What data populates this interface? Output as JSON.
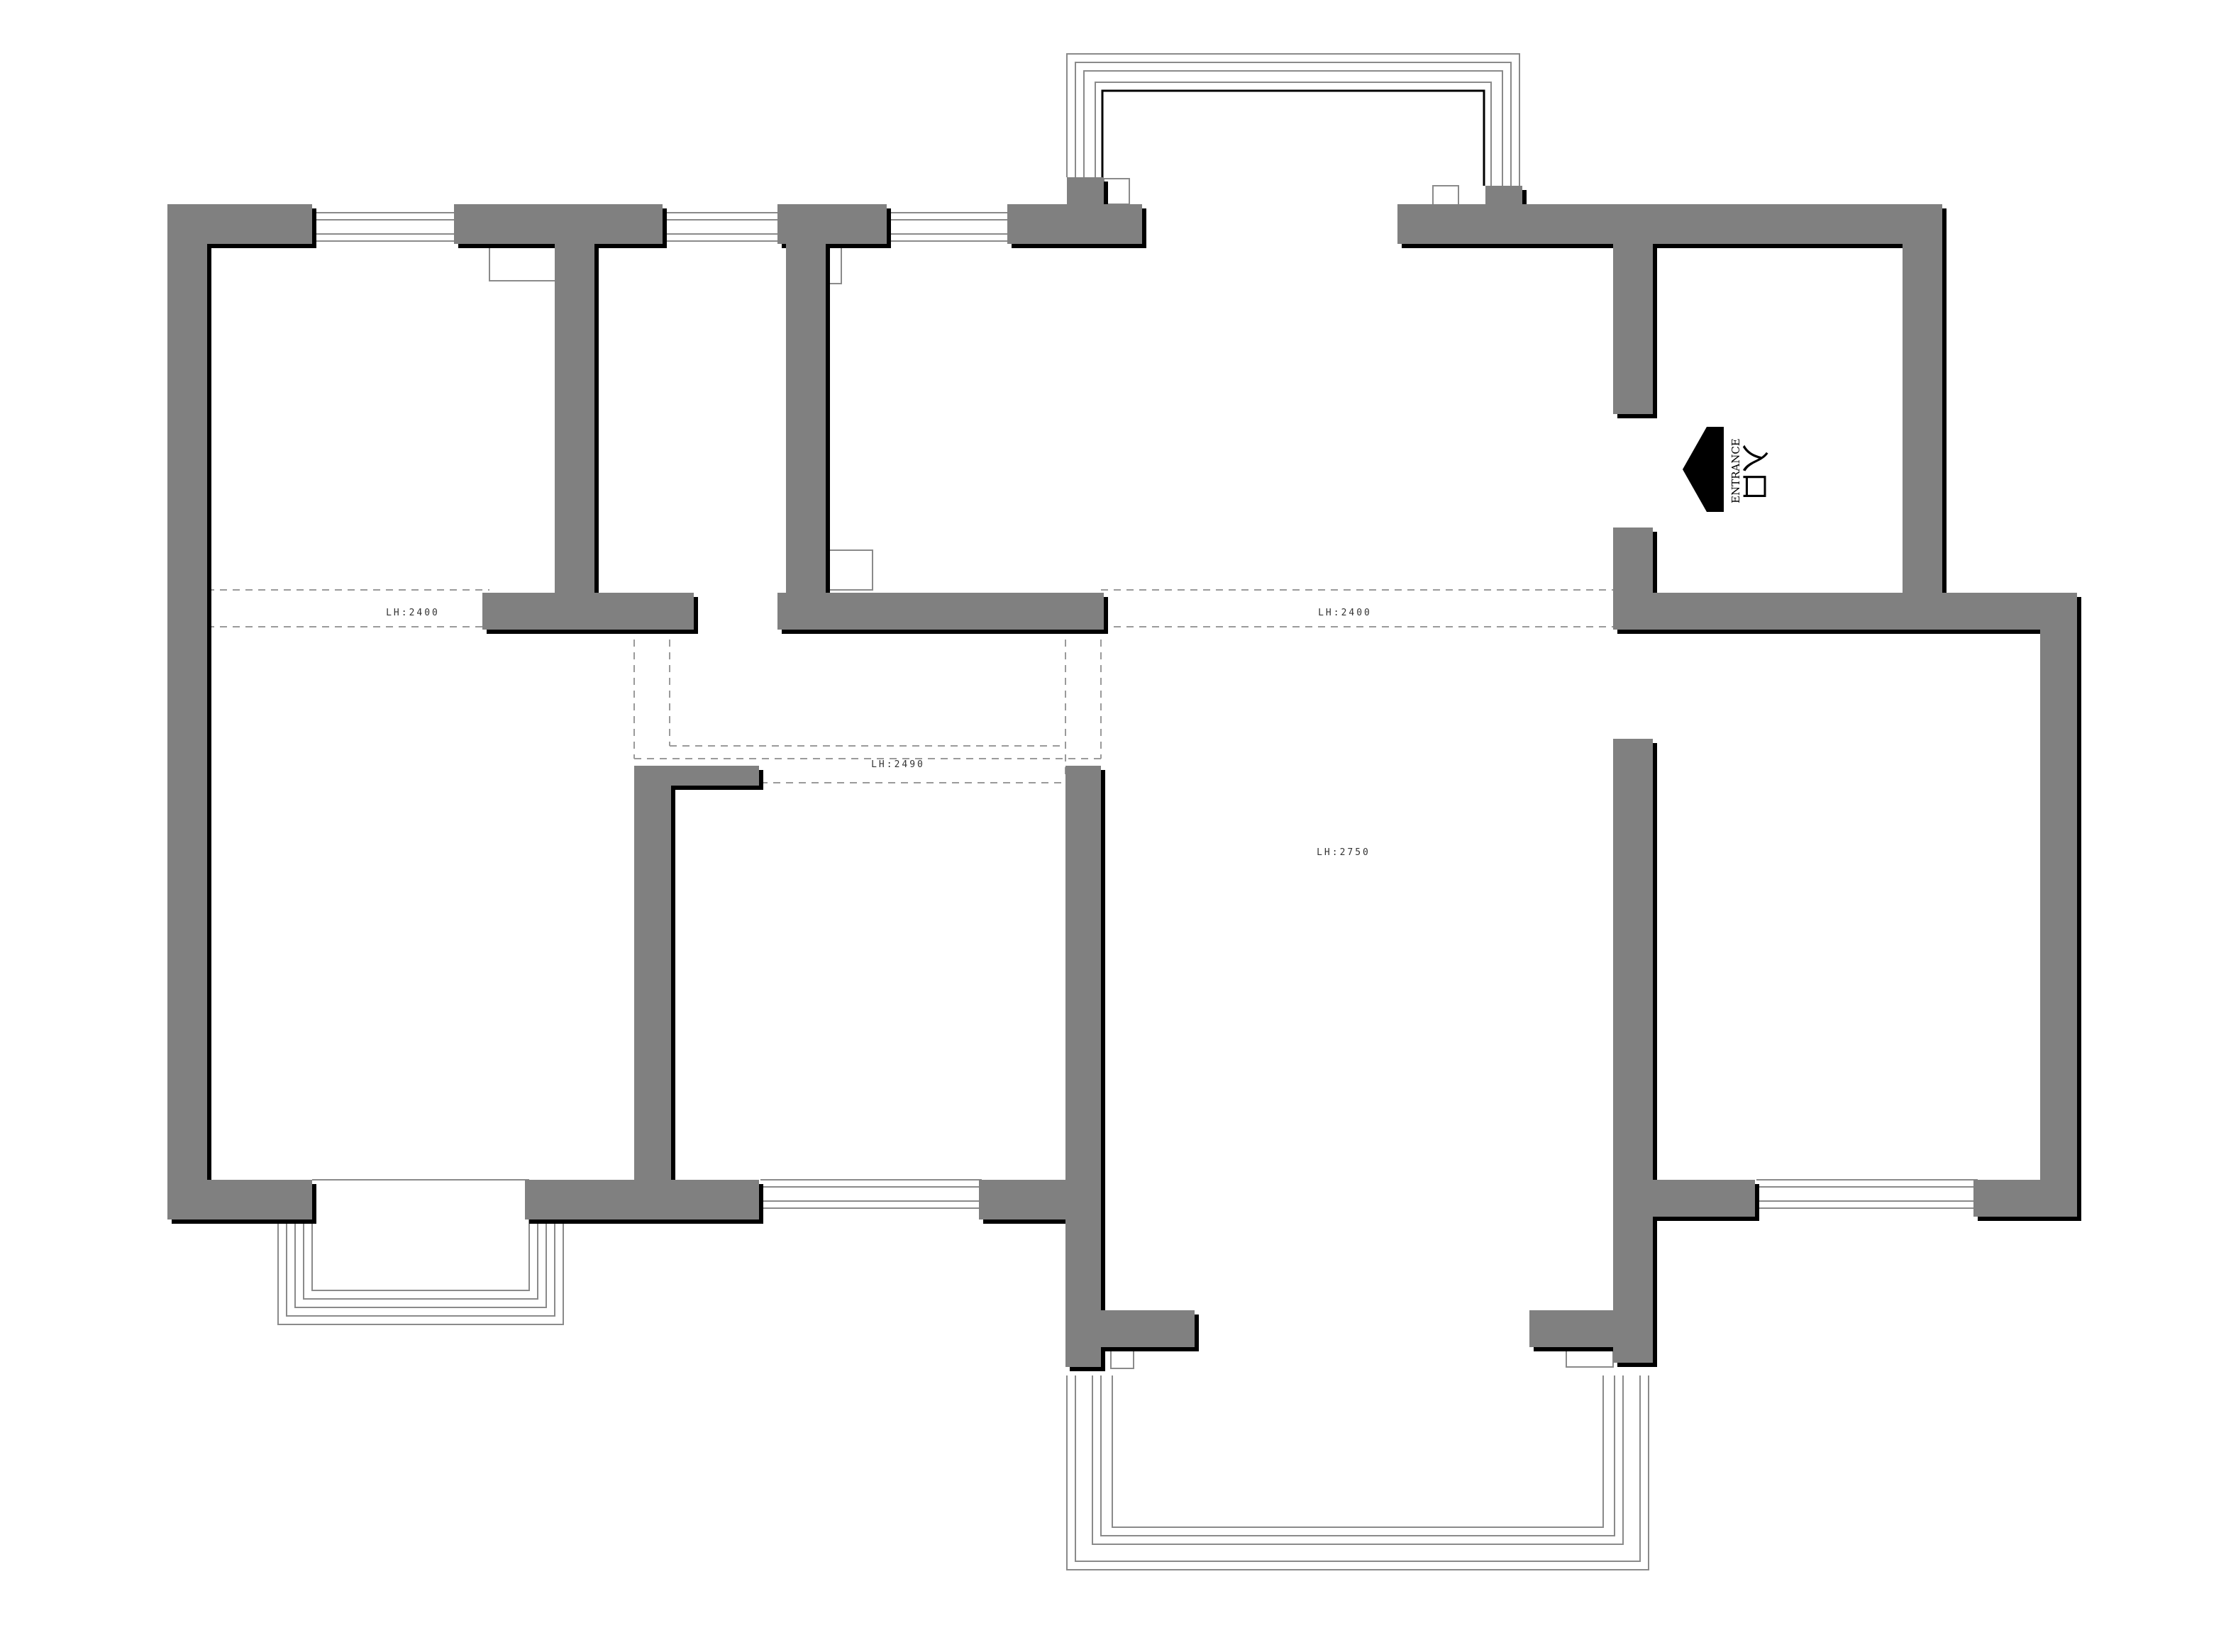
{
  "plan": {
    "ceiling_heights": [
      {
        "id": "top-left",
        "text": "LH:2400"
      },
      {
        "id": "top-right",
        "text": "LH:2400"
      },
      {
        "id": "corridor",
        "text": "LH:2490"
      },
      {
        "id": "living",
        "text": "LH:2750"
      }
    ],
    "entrance": {
      "label_en": "ENTRANCE",
      "label_zh": "入口",
      "icon": "arrow-left-icon"
    },
    "colors": {
      "wall": "#808080",
      "wall_shadow": "#000000",
      "window_line": "#8a8a8a",
      "background": "#ffffff"
    }
  }
}
